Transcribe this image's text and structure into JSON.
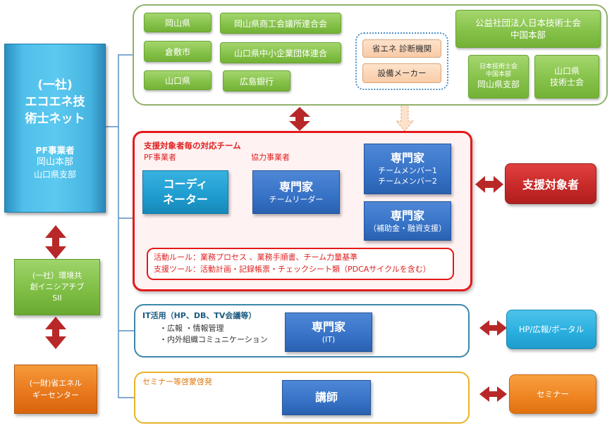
{
  "left": {
    "ecoene": {
      "title_line1": "(一社)",
      "title_line2": "エコエネ技",
      "title_line3": "術士ネット",
      "pf": "PF事業者",
      "hq": "岡山本部",
      "branch": "山口県支部"
    },
    "sii": {
      "line1": "(一社）環境共",
      "line2": "創イニシアチブ",
      "line3": "SII"
    },
    "eccj": {
      "line1": "(一財)省エネル",
      "line2": "ギーセンター"
    }
  },
  "top": {
    "okayama_pref": "岡山県",
    "okayama_chamber": "岡山県商工会議所連合会",
    "kurashiki": "倉敷市",
    "yamaguchi_sme": "山口県中小企業団体連合",
    "yamaguchi_pref": "山口県",
    "hiroshima_bank": "広島銀行",
    "diagnosis": "省エネ 診断機関",
    "maker": "設備メーカー",
    "ipej_line1": "公益社団法人日本技術士会",
    "ipej_line2": "中国本部",
    "ipej_okayama_line1": "日本技術士会",
    "ipej_okayama_line2": "中国本部",
    "ipej_okayama_line3": "岡山県支部",
    "yamaguchi_pe_line1": "山口県",
    "yamaguchi_pe_line2": "技術士会"
  },
  "team": {
    "title": "支援対象者毎の対応チーム",
    "pf_label": "PF事業者",
    "partner_label": "協力事業者",
    "coordinator_line1": "コーディ",
    "coordinator_line2": "ネーター",
    "leader_title": "専門家",
    "leader_sub": "チームリーダー",
    "members_title": "専門家",
    "member1": "チームメンバー1",
    "member2": "チームメンバー2",
    "subsidy_title": "専門家",
    "subsidy_sub": "（補助金・融資支援）",
    "rules_line1": "活動ルール：業務プロセス 、業務手順書、チーム力量基準",
    "rules_line2": "支援ツール：活動計画・記録帳票・チェックシート類（PDCAサイクルを含む）"
  },
  "target": "支援対象者",
  "it": {
    "title": "IT活用（HP、DB、TV会議等）",
    "item1": "・広報 ・情報管理",
    "item2": "・内外組織コミュニケーション",
    "expert_title": "専門家",
    "expert_sub": "(IT)",
    "portal": "HP/広報/ポータル"
  },
  "seminar": {
    "title": "セミナー等啓蒙啓発",
    "lecturer": "講師",
    "box": "セミナー"
  },
  "colors": {
    "red_accent": "#e31a1a",
    "green": "#86c24a",
    "blue_expert": "#3672c6",
    "cyan": "#29aede",
    "orange": "#ee8320"
  }
}
